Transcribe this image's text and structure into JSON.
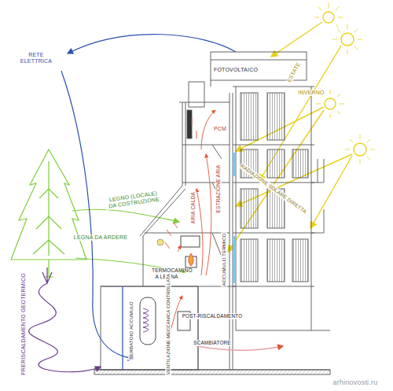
{
  "diagram": {
    "labels": [
      "RETE ELETTRICA",
      "FOTOVOLTAICO",
      "ESTATE",
      "INVERNO",
      "RADIAZIONE SOLARE DIRETTA",
      "LEGNO (LOCALE) DA COSTRUZIONE",
      "LEGNA DA ARDERE",
      "PRERISCALDAMENTO GEOTERMICO",
      "TERMOCAMINO A LEGNA",
      "ARIA CALDA",
      "ESTRAZIONE ARIA",
      "PCM",
      "ACCUMULO TERMICO",
      "SERBATOIO ACCUMULO",
      "VENTILAZIONE MECCANICA CONTROLLATA",
      "POST-RISCALDAMENTO",
      "SCAMBIATORE",
      "arhinovosti.ru"
    ]
  }
}
